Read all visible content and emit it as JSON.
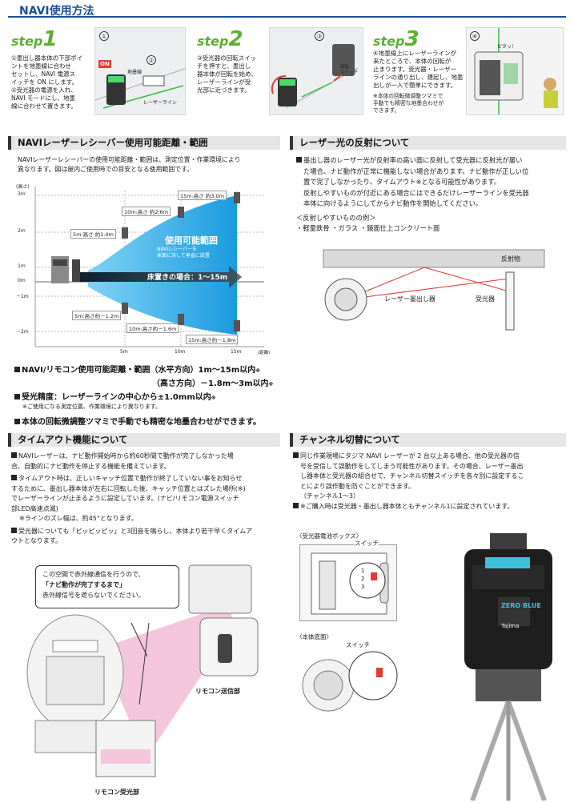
{
  "navi": {
    "title": "NAVI使用方法",
    "steps": [
      {
        "label": "step",
        "num": "1",
        "lines": [
          "①墨出し器本体の下部ポイ",
          "ントを地墨線に合わせ",
          "セットし、NAVI 電源ス",
          "イッチを ON にします。",
          "②受光器の電源を入れ、",
          "NAVI モードにし、地墨",
          "線に合わせて置きます。"
        ],
        "photo_circles": [
          "①",
          "②"
        ],
        "photo_labels": [
          "ON",
          "地墨線",
          "レーザーライン"
        ]
      },
      {
        "label": "step",
        "num": "2",
        "lines": [
          "③受光器の回転スイッ",
          "チを押すと、墨出し",
          "器本体が回転を始め、",
          "レーザーラインが受",
          "光部に近づきます。"
        ],
        "photo_circles": [
          "③"
        ],
        "photo_labels": [
          "回転",
          "スイッチ"
        ]
      },
      {
        "label": "step",
        "num": "3",
        "lines": [
          "④地墨線上にレーザーラインが",
          "来たところで、本体の回転が",
          "止まります。受光器・レーザー",
          "ラインの通り出し、建起し、地墨",
          "出しが一人で簡単にできます。"
        ],
        "notes": [
          "※本体の回転微調整ツマミで",
          "手動でも精密な地墨合わせが",
          "できます。"
        ],
        "photo_circles": [
          "④"
        ],
        "photo_labels": [
          "ピタッ!"
        ]
      }
    ]
  },
  "range": {
    "heading": "NAVIレーザーレシーバー使用可能距離・範囲",
    "intro": [
      "NAVIレーザーレシーバーの使用可能距離・範囲は、測定位置・作業環境により",
      "異なります。図は屋内ご使用時での目安となる使用範囲です。"
    ],
    "chart_height_label": "(高さ)",
    "yticks": [
      "3m",
      "2m",
      "1m",
      "0m",
      "－1m",
      "－2m"
    ],
    "xticks": [
      "5m",
      "10m",
      "15m"
    ],
    "xunit": "(距離)",
    "callouts_upper": [
      "5m:高さ 約1.4m",
      "10m:高さ 約2.6m",
      "15m:高さ 約3.0m"
    ],
    "callouts_lower": [
      "5m:高さ約－1.2m",
      "10m:高さ約－1.6m",
      "15m:高さ約－1.8m"
    ],
    "area_title": "使用可能範囲",
    "area_sub": [
      "NAVIレシーバーを",
      "床面に対して垂直に設置"
    ],
    "floor_label": "床置きの場合：1～15m",
    "features": [
      {
        "text": "NAVI/リモコン使用可能距離・範囲（水平方向）1m～15m以内",
        "mark": "※"
      },
      {
        "text": "（高さ方向）－1.8m～3m以内",
        "mark": "※"
      },
      {
        "text": "受光精度：レーザーラインの中心から±1.0mm以内",
        "mark": "※"
      },
      {
        "note": "※ご使用になる測定位置、作業環境により異なります。"
      },
      {
        "text": "本体の回転微調整ツマミで手動でも精密な地墨合わせができます。"
      }
    ]
  },
  "reflect": {
    "heading": "レーザー光の反射について",
    "lines": [
      "墨出し器のレーザー光が反射率の高い面に反射して受光器に反射光が届い",
      "た場合、ナビ動作が正常に機能しない場合があります。ナビ動作が正しい位",
      "置で完了しなかったり、タイムアウト※となる可能性があります。",
      "反射しやすいものが付近にある場合にはできるだけレーザーラインを受光器",
      "本体に向けるようにしてからナビ動作を開始してください。"
    ],
    "examples_title": "＜反射しやすいものの例＞",
    "examples": "・軽量鉄骨 ・ガラス ・鏡面仕上コンクリート面",
    "diagram_labels": [
      "反射物",
      "レーザー墨出し器",
      "受光器"
    ]
  },
  "timeout": {
    "heading": "タイムアウト機能について",
    "paras": [
      [
        "NAVIレーザーは、ナビ動作開始時から約60秒間で動作が完了しなかった場",
        "合、自動的にナビ動作を停止する機能を備えています。"
      ],
      [
        "タイムアウト時は、正しいキャッチ位置で動作が終了していない事をお知らせ",
        "するために、墨出し器本体が左右に回転した後、キャッチ位置とはズレた場所(※)",
        "でレーザーラインが止まるように設定しています。(ナビ/リモコン電源スイッチ",
        "部LED高速点滅)",
        "※ラインのズレ幅は、約45°となります。"
      ],
      [
        "受光器についても「ピッピッピッ」と3回音を鳴らし、本体より若干早くタイムア",
        "ウトとなります。"
      ]
    ],
    "balloon": [
      "この空間で赤外線通信を行うので、",
      "「ナビ動作が完了するまで」",
      "赤外線信号を遮らないでください。"
    ],
    "labels": [
      "リモコン送信部",
      "リモコン受光部"
    ]
  },
  "channel": {
    "heading": "チャンネル切替について",
    "lines": [
      "同じ作業現場にタジマ NAVI レーザーが 2 台以上ある場合、他の受光器の信",
      "号を受信して誤動作をしてしまう可能性があります。その場合、レーザー墨出",
      "し器本体と受光器の組合せで、チャンネル切替スイッチを各々別に設定するこ",
      "とにより誤作動を防ぐことができます。",
      "（チャンネル1～3）",
      "※ご購入時は受光器・墨出し器本体ともチャンネル1に設定されています。"
    ],
    "box1_title": "〈受光器電池ボックス〉",
    "box2_title": "〈本体底面〉",
    "switch_label": "スイッチ",
    "channels": [
      "1",
      "2",
      "3"
    ],
    "brand": "Tajima",
    "logo": "ZERO BLUE"
  }
}
